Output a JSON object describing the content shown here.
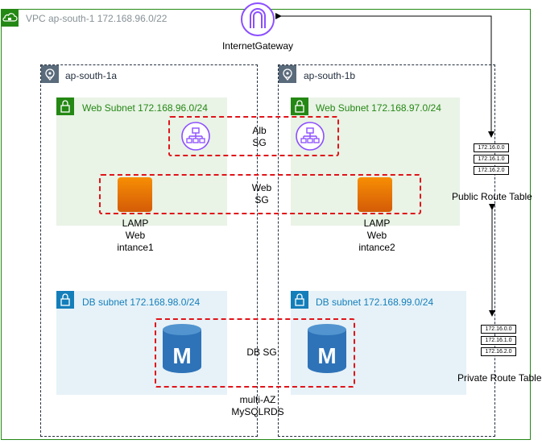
{
  "vpc": {
    "label": "VPC ap-south-1 172.168.96.0/22",
    "color": "#248814"
  },
  "gateway": {
    "label": "InternetGateway",
    "color": "#8c4fff"
  },
  "az_a": {
    "label": "ap-south-1a"
  },
  "az_b": {
    "label": "ap-south-1b"
  },
  "web_subnet_a": {
    "label": "Web Subnet 172.168.96.0/24"
  },
  "web_subnet_b": {
    "label": "Web Subnet 172.168.97.0/24"
  },
  "db_subnet_a": {
    "label": "DB subnet 172.168.98.0/24"
  },
  "db_subnet_b": {
    "label": "DB subnet 172.168.99.0/24"
  },
  "alb_sg": {
    "line1": "Alb",
    "line2": "SG"
  },
  "web_sg": {
    "line1": "Web",
    "line2": "SG"
  },
  "db_sg": {
    "label": "DB SG"
  },
  "instance1": {
    "line1": "LAMP",
    "line2": "Web",
    "line3": "intance1"
  },
  "instance2": {
    "line1": "LAMP",
    "line2": "Web",
    "line3": "intance2"
  },
  "rds": {
    "line1": "multi-AZ",
    "line2": "MySQLRDS"
  },
  "public_rt": {
    "label": "Public Route Table",
    "rows": [
      "172.16.0.0",
      "172.16.1.0",
      "172.16.2.0"
    ]
  },
  "private_rt": {
    "label": "Private Route Table",
    "rows": [
      "172.16.0.0",
      "172.16.1.0",
      "172.16.2.0"
    ]
  },
  "colors": {
    "sg_border": "#e0141a",
    "web_subnet": "#248814",
    "db_subnet": "#147eba",
    "ec2": "#ed7100",
    "rds": "#2e73b8",
    "alb": "#8c4fff"
  }
}
